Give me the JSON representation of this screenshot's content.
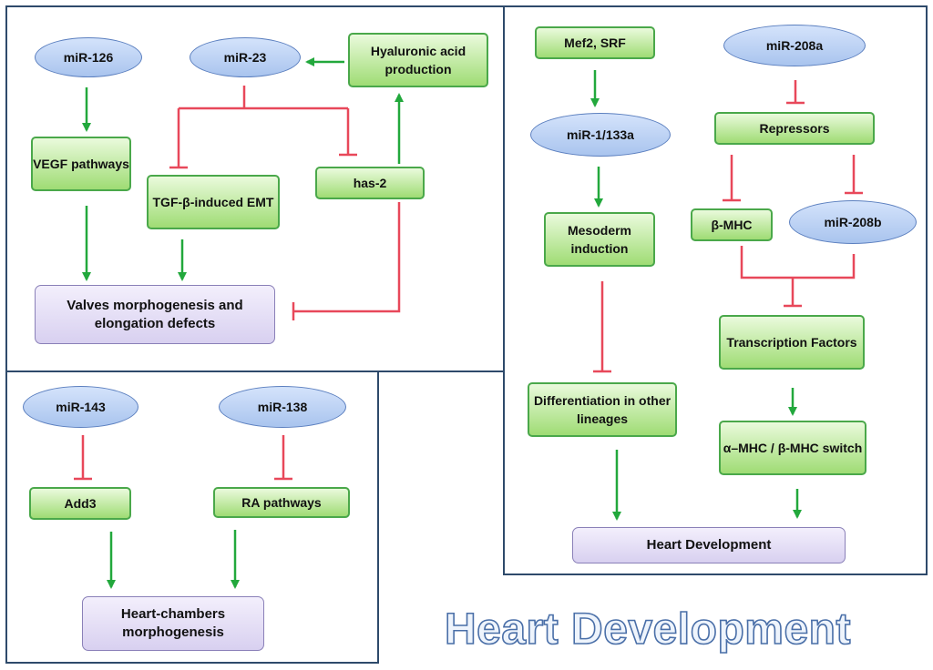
{
  "panels": {
    "valves": {
      "nodes": {
        "mir126": "miR-126",
        "mir23": "miR-23",
        "hyaluronic": "Hyaluronic acid production",
        "vegf": "VEGF pathways",
        "tgf": "TGF-β-induced EMT",
        "has2": "has-2",
        "valves": "Valves morphogenesis  and elongation defects"
      }
    },
    "chambers": {
      "nodes": {
        "mir143": "miR-143",
        "mir138": "miR-138",
        "add3": "Add3",
        "ra": "RA pathways",
        "chambers": "Heart-chambers morphogenesis"
      }
    },
    "development": {
      "nodes": {
        "mef2": "Mef2, SRF",
        "mir208a": "miR-208a",
        "mir1": "miR-1/133a",
        "repressors": "Repressors",
        "mesoderm": "Mesoderm induction",
        "bmhc": "β-MHC",
        "mir208b": "miR-208b",
        "tf": "Transcription Factors",
        "diff": "Differentiation in other lineages",
        "switch": "α–MHC / β-MHC switch",
        "heartdev": "Heart Development"
      }
    }
  },
  "title": "Heart Development",
  "colors": {
    "activation": "#22a83c",
    "inhibition": "#e8485a",
    "panel_border": "#2e4a6b",
    "oval_fill": "#b8cff2",
    "box_fill": "#b8e896",
    "outcome_fill": "#e3dcf5"
  }
}
